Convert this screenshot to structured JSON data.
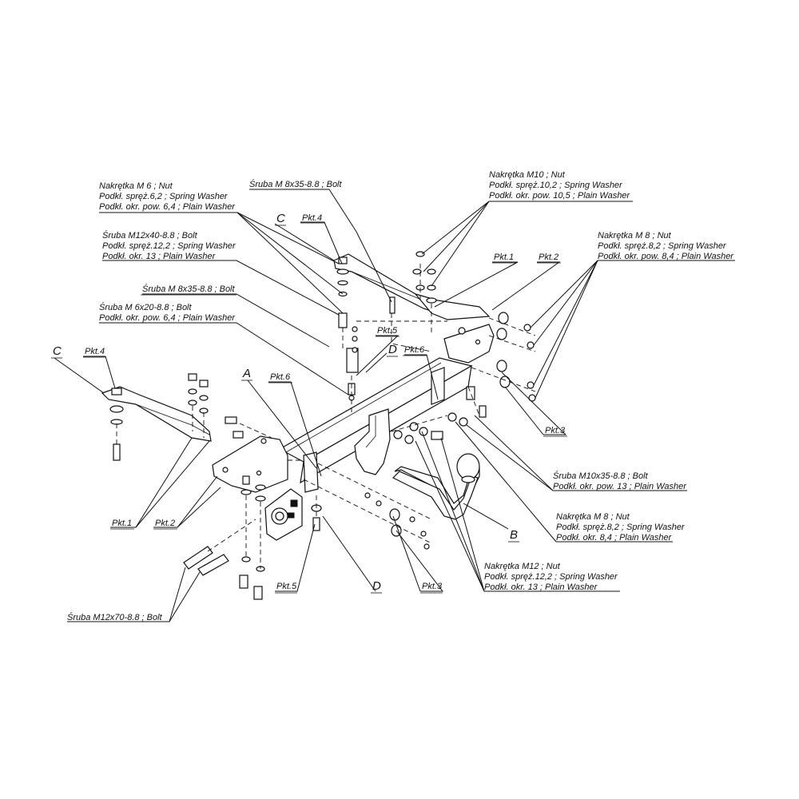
{
  "callouts": {
    "nut_m6": [
      "Nakrętka  M 6 ; Nut",
      "Podkł. spręż.6,2 ; Spring Washer",
      "Podkł. okr. pow. 6,4 ; Plain Washer"
    ],
    "bolt_m8_top": [
      "Śruba M 8x35-8.8 ;  Bolt"
    ],
    "nut_m10": [
      "Nakrętka  M10 ; Nut",
      "Podkł. spręż.10,2 ; Spring Washer",
      "Podkł. okr. pow. 10,5 ; Plain Washer"
    ],
    "nut_m8_right": [
      "Nakrętka  M 8 ; Nut",
      "Podkł. spręż.8,2 ; Spring Washer",
      "Podkł. okr. pow. 8,4 ; Plain Washer"
    ],
    "bolt_m12x40": [
      "Śruba M12x40-8.8 ;  Bolt",
      "Podkł. spręż.12,2 ; Spring Washer",
      "Podkł. okr. 13 ; Plain Washer"
    ],
    "bolt_m8_mid": [
      "Śruba M 8x35-8.8 ;  Bolt"
    ],
    "bolt_m6x20": [
      "Śruba M 6x20-8.8 ;  Bolt",
      "Podkł. okr. pow. 6,4 ; Plain Washer"
    ],
    "bolt_m10x35": [
      "Śruba M10x35-8.8 ;  Bolt",
      "Podkł. okr. pow. 13 ; Plain Washer"
    ],
    "nut_m8_lower": [
      "Nakrętka  M 8 ; Nut",
      "Podkł. spręż.8,2 ; Spring Washer",
      "Podkł. okr. 8,4 ; Plain Washer"
    ],
    "nut_m12": [
      "Nakrętka  M12 ; Nut",
      "Podkł. spręż.12,2 ; Spring Washer",
      "Podkł. okr. 13 ; Plain Washer"
    ],
    "bolt_m12x70": [
      "Śruba M12x70-8.8 ;  Bolt"
    ]
  },
  "pkt": {
    "pkt4_top": "Pkt.4",
    "pkt4_left": "Pkt.4",
    "pkt1_top": "Pkt.1",
    "pkt2_top": "Pkt.2",
    "pkt5_top": "Pkt.5",
    "pkt6_top": "Pkt.6",
    "pkt6_mid": "Pkt.6",
    "pkt3_right": "Pkt.3",
    "pkt1_bottom": "Pkt.1",
    "pkt2_bottom": "Pkt.2",
    "pkt5_bottom": "Pkt.5",
    "pkt3_bottom": "Pkt.3"
  },
  "letters": {
    "c_top": "C",
    "c_left": "C",
    "d_top": "D",
    "a": "A",
    "b": "B",
    "d_bottom": "D"
  }
}
